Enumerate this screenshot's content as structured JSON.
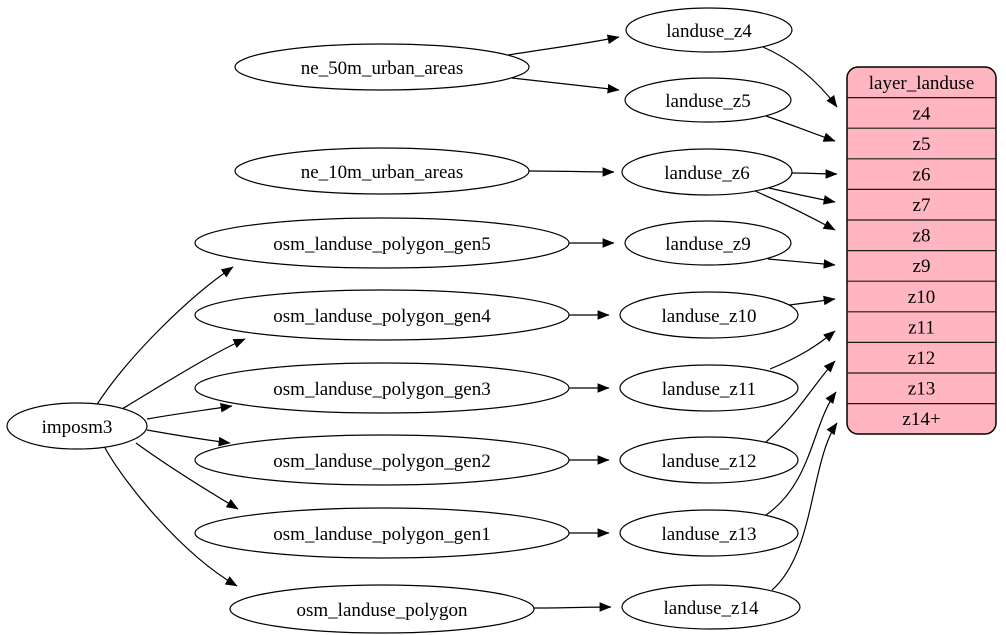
{
  "diagram": {
    "kind": "dependency-graph",
    "background_color": "#ffffff",
    "edge_color": "#000000",
    "node_fill_color": "#ffffff",
    "node_stroke_color": "#000000",
    "nodes": {
      "imposm3": {
        "label": "imposm3",
        "shape": "ellipse"
      },
      "ne_50m_urban_areas": {
        "label": "ne_50m_urban_areas",
        "shape": "ellipse"
      },
      "ne_10m_urban_areas": {
        "label": "ne_10m_urban_areas",
        "shape": "ellipse"
      },
      "osm_landuse_polygon_gen5": {
        "label": "osm_landuse_polygon_gen5",
        "shape": "ellipse"
      },
      "osm_landuse_polygon_gen4": {
        "label": "osm_landuse_polygon_gen4",
        "shape": "ellipse"
      },
      "osm_landuse_polygon_gen3": {
        "label": "osm_landuse_polygon_gen3",
        "shape": "ellipse"
      },
      "osm_landuse_polygon_gen2": {
        "label": "osm_landuse_polygon_gen2",
        "shape": "ellipse"
      },
      "osm_landuse_polygon_gen1": {
        "label": "osm_landuse_polygon_gen1",
        "shape": "ellipse"
      },
      "osm_landuse_polygon": {
        "label": "osm_landuse_polygon",
        "shape": "ellipse"
      },
      "landuse_z4": {
        "label": "landuse_z4",
        "shape": "ellipse"
      },
      "landuse_z5": {
        "label": "landuse_z5",
        "shape": "ellipse"
      },
      "landuse_z6": {
        "label": "landuse_z6",
        "shape": "ellipse"
      },
      "landuse_z9": {
        "label": "landuse_z9",
        "shape": "ellipse"
      },
      "landuse_z10": {
        "label": "landuse_z10",
        "shape": "ellipse"
      },
      "landuse_z11": {
        "label": "landuse_z11",
        "shape": "ellipse"
      },
      "landuse_z12": {
        "label": "landuse_z12",
        "shape": "ellipse"
      },
      "landuse_z13": {
        "label": "landuse_z13",
        "shape": "ellipse"
      },
      "landuse_z14": {
        "label": "landuse_z14",
        "shape": "ellipse"
      }
    },
    "table": {
      "title": "layer_landuse",
      "fill_color": "#FFB6C1",
      "stroke_color": "#000000",
      "rows": [
        "z4",
        "z5",
        "z6",
        "z7",
        "z8",
        "z9",
        "z10",
        "z11",
        "z12",
        "z13",
        "z14+"
      ]
    },
    "edges": [
      {
        "from": "ne_50m_urban_areas",
        "to": "landuse_z4"
      },
      {
        "from": "ne_50m_urban_areas",
        "to": "landuse_z5"
      },
      {
        "from": "ne_10m_urban_areas",
        "to": "landuse_z6"
      },
      {
        "from": "imposm3",
        "to": "osm_landuse_polygon_gen5"
      },
      {
        "from": "imposm3",
        "to": "osm_landuse_polygon_gen4"
      },
      {
        "from": "imposm3",
        "to": "osm_landuse_polygon_gen3"
      },
      {
        "from": "imposm3",
        "to": "osm_landuse_polygon_gen2"
      },
      {
        "from": "imposm3",
        "to": "osm_landuse_polygon_gen1"
      },
      {
        "from": "imposm3",
        "to": "osm_landuse_polygon"
      },
      {
        "from": "osm_landuse_polygon_gen5",
        "to": "landuse_z9"
      },
      {
        "from": "osm_landuse_polygon_gen4",
        "to": "landuse_z10"
      },
      {
        "from": "osm_landuse_polygon_gen3",
        "to": "landuse_z11"
      },
      {
        "from": "osm_landuse_polygon_gen2",
        "to": "landuse_z12"
      },
      {
        "from": "osm_landuse_polygon_gen1",
        "to": "landuse_z13"
      },
      {
        "from": "osm_landuse_polygon",
        "to": "landuse_z14"
      },
      {
        "from": "landuse_z4",
        "to": "layer_landuse.z4"
      },
      {
        "from": "landuse_z5",
        "to": "layer_landuse.z5"
      },
      {
        "from": "landuse_z6",
        "to": "layer_landuse.z6"
      },
      {
        "from": "landuse_z6",
        "to": "layer_landuse.z7"
      },
      {
        "from": "landuse_z6",
        "to": "layer_landuse.z8"
      },
      {
        "from": "landuse_z9",
        "to": "layer_landuse.z9"
      },
      {
        "from": "landuse_z10",
        "to": "layer_landuse.z10"
      },
      {
        "from": "landuse_z11",
        "to": "layer_landuse.z11"
      },
      {
        "from": "landuse_z12",
        "to": "layer_landuse.z12"
      },
      {
        "from": "landuse_z13",
        "to": "layer_landuse.z13"
      },
      {
        "from": "landuse_z14",
        "to": "layer_landuse.z14+"
      }
    ]
  }
}
